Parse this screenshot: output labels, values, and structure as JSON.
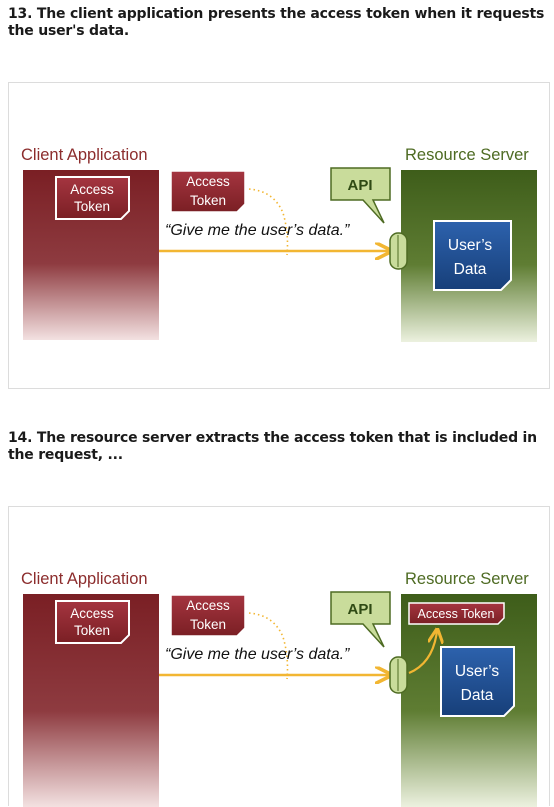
{
  "steps": [
    {
      "heading": "13. The client application presents the access token when it requests the user's data.",
      "diagram": {
        "client_label": "Client Application",
        "server_label": "Resource Server",
        "client_token_line1": "Access",
        "client_token_line2": "Token",
        "sent_token_line1": "Access",
        "sent_token_line2": "Token",
        "api_label": "API",
        "request_quote": "“Give me the user’s data.”",
        "data_line1": "User’s",
        "data_line2": "Data"
      }
    },
    {
      "heading": "14. The resource server extracts the access token that is included in the request, ...",
      "diagram": {
        "client_label": "Client Application",
        "server_label": "Resource Server",
        "client_token_line1": "Access",
        "client_token_line2": "Token",
        "sent_token_line1": "Access",
        "sent_token_line2": "Token",
        "api_label": "API",
        "request_quote": "“Give me the user’s data.”",
        "data_line1": "User’s",
        "data_line2": "Data",
        "extracted_token": "Access Token"
      }
    }
  ],
  "colors": {
    "client_dark": "#7a1f24",
    "client_light": "#f3e1e1",
    "server_dark": "#3e5d1a",
    "server_light": "#ecf1df",
    "token_red": "#8f2730",
    "data_blue": "#1f4f92",
    "arrow_yellow": "#f2b632",
    "api_green": "#c9dc9b"
  }
}
